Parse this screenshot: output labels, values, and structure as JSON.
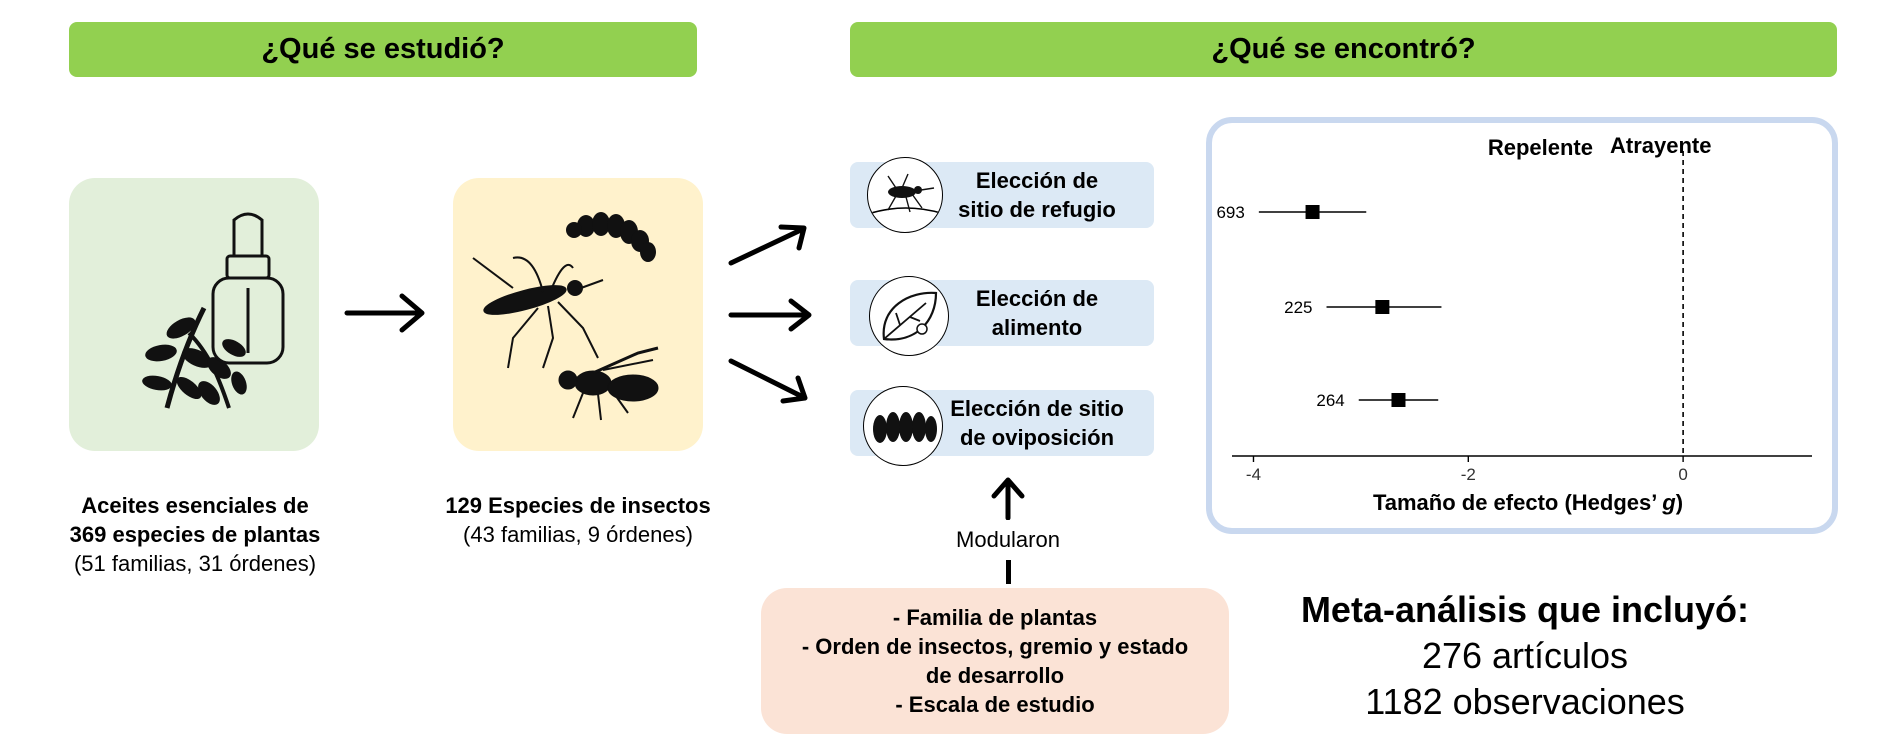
{
  "headers": {
    "left": "¿Qué se estudió?",
    "right": "¿Qué se encontró?"
  },
  "plants": {
    "title_line1": "Aceites esenciales de",
    "title_line2": "369 especies de plantas",
    "detail": "(51 familias, 31 órdenes)",
    "panel_color": "#e2efda",
    "icons": [
      "plant-icon",
      "dropper-bottle-icon"
    ]
  },
  "insects": {
    "title": "129 Especies de insectos",
    "detail": "(43 familias, 9 órdenes)",
    "panel_color": "#fff2cc",
    "icons": [
      "mosquito-icon",
      "larva-icon",
      "wasp-icon"
    ]
  },
  "outcomes": [
    {
      "line1": "Elección de",
      "line2": "sitio de refugio",
      "icon": "mosquito-on-surface-icon"
    },
    {
      "line1": "Elección de",
      "line2": "alimento",
      "icon": "leaf-icon"
    },
    {
      "line1": "Elección de sitio",
      "line2": "de oviposición",
      "icon": "eggs-icon"
    }
  ],
  "modulators": {
    "label": "Modularon",
    "items": [
      "- Familia de plantas",
      "- Orden de insectos, gremio y estado",
      "de desarrollo",
      "- Escala de estudio"
    ],
    "panel_color": "#fbe3d6"
  },
  "chart_data": {
    "type": "scatter",
    "title": "",
    "xlabel": "Tamaño de efecto (Hedges’ g)",
    "xlabel_prefix": "Tamaño de efecto (Hedges’ ",
    "xlabel_var": "g",
    "xlabel_suffix": ")",
    "ylabel": "",
    "xlim": [
      -4.2,
      1.2
    ],
    "xticks": [
      -4,
      -2,
      0
    ],
    "xtick_labels": [
      "-4",
      "-2",
      "0"
    ],
    "reference_line": 0,
    "region_labels": {
      "left": "Repelente",
      "right": "Atrayente"
    },
    "points": [
      {
        "label": "693",
        "estimate": -3.45,
        "ci_low": -3.95,
        "ci_high": -2.95
      },
      {
        "label": "225",
        "estimate": -2.8,
        "ci_low": -3.32,
        "ci_high": -2.25
      },
      {
        "label": "264",
        "estimate": -2.65,
        "ci_low": -3.02,
        "ci_high": -2.28
      }
    ]
  },
  "summary": {
    "title": "Meta-análisis que incluyó:",
    "line1": "276 artículos",
    "line2": "1182 observaciones"
  },
  "colors": {
    "header": "#92d050",
    "outcome_pill": "#dce9f5",
    "forest_border": "#c9d8ef"
  }
}
